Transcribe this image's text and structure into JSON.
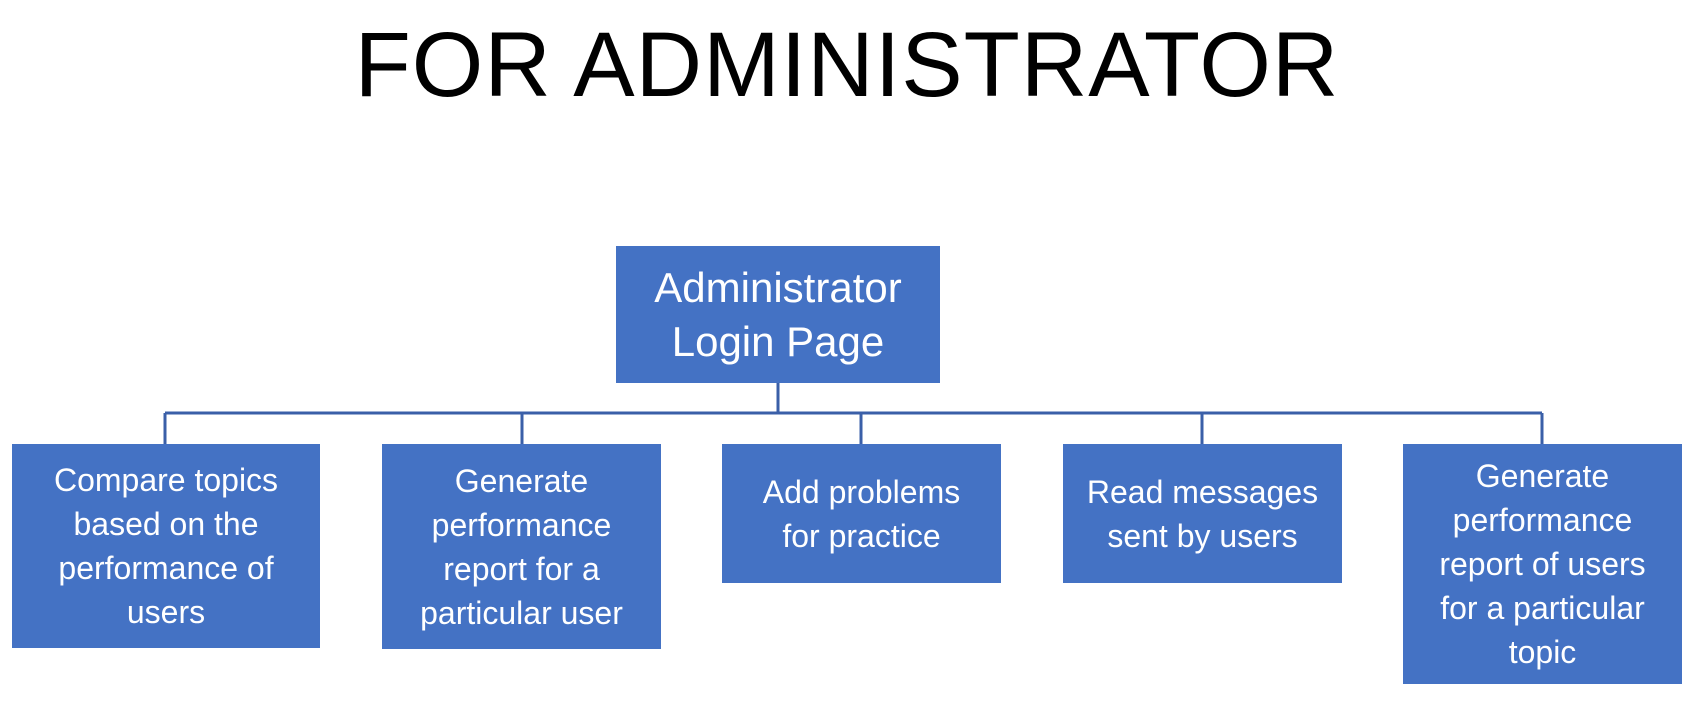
{
  "title": "FOR ADMINISTRATOR",
  "colors": {
    "box_fill": "#4472c4",
    "box_text": "#ffffff",
    "connector": "#3a5fa8",
    "title_text": "#000000"
  },
  "root": {
    "label": "Administrator\nLogin Page"
  },
  "children": [
    {
      "label": "Compare topics\nbased on the\nperformance of\nusers"
    },
    {
      "label": "Generate\nperformance\nreport for a\nparticular user"
    },
    {
      "label": "Add problems\nfor practice"
    },
    {
      "label": "Read messages\nsent by users"
    },
    {
      "label": "Generate\nperformance\nreport of users\nfor a particular\ntopic"
    }
  ]
}
